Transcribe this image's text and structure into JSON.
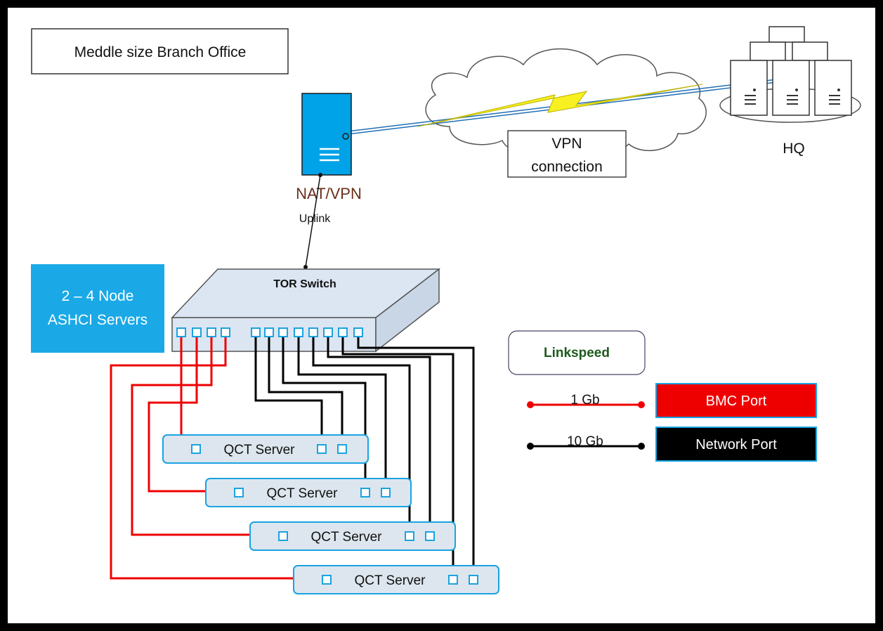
{
  "diagram": {
    "title": "Meddle size Branch Office",
    "nat_vpn_label": "NAT/VPN",
    "uplink_label": "Uplink",
    "vpn_label_line1": "VPN",
    "vpn_label_line2": "connection",
    "hq_label": "HQ",
    "tor_switch_label": "TOR Switch",
    "node_box_line1": "2 – 4 Node",
    "node_box_line2": "ASHCI Servers",
    "servers": [
      {
        "label": "QCT Server"
      },
      {
        "label": "QCT Server"
      },
      {
        "label": "QCT Server"
      },
      {
        "label": "QCT Server"
      }
    ],
    "legend": {
      "title": "Linkspeed",
      "bmc_speed": "1 Gb",
      "bmc_label": "BMC Port",
      "net_speed": "10 Gb",
      "net_label": "Network Port"
    }
  },
  "colors": {
    "bmc": "#ee0000",
    "network": "#000000",
    "accent_blue": "#00a2e8",
    "port_blue": "#1aa3e0",
    "server_fill": "#dde6ee",
    "switch_fill": "#dce6f2",
    "linkspeed_text": "#1e5a1e",
    "nat_text": "#6b2e1a"
  }
}
